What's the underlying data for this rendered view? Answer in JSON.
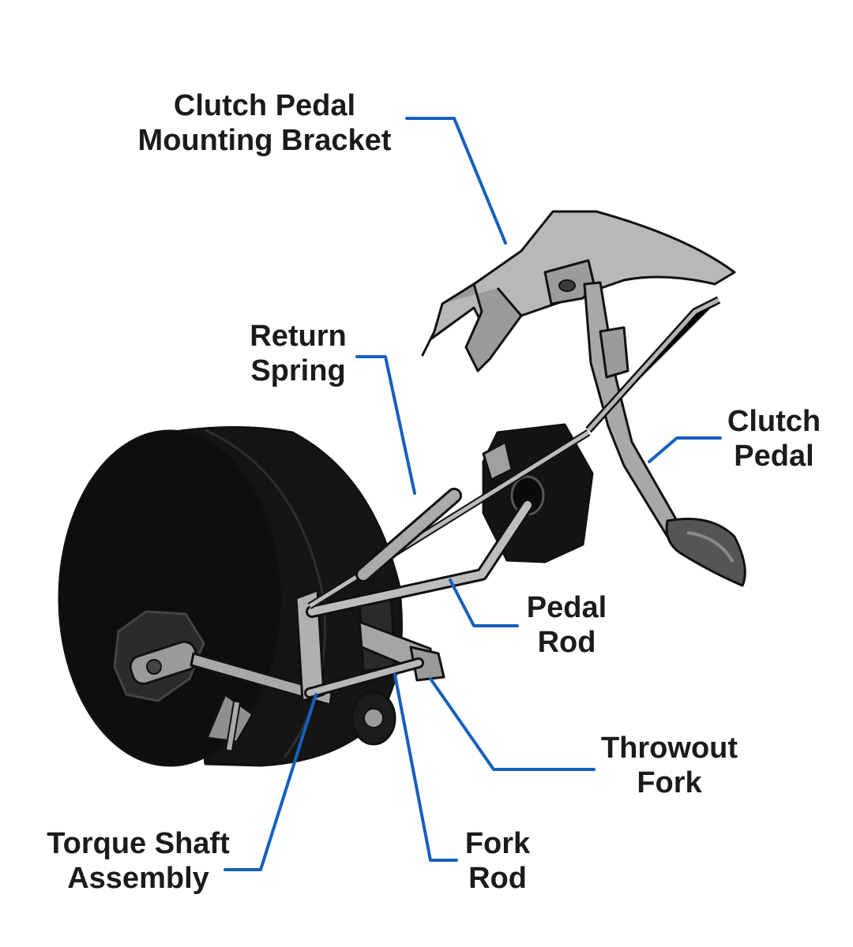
{
  "colors": {
    "leader": "#1560bd",
    "drum": "#111111",
    "metal_light": "#b5b5b5",
    "metal_mid": "#8c8c8c",
    "metal_dark": "#5a5a5a",
    "text": "#1b1b1b"
  },
  "labels": {
    "bracket": {
      "line1": "Clutch Pedal",
      "line2": "Mounting Bracket"
    },
    "return_spring": {
      "line1": "Return",
      "line2": "Spring"
    },
    "clutch_pedal": {
      "line1": "Clutch",
      "line2": "Pedal"
    },
    "pedal_rod": {
      "line1": "Pedal",
      "line2": "Rod"
    },
    "throwout_fork": {
      "line1": "Throwout",
      "line2": "Fork"
    },
    "torque_shaft": {
      "line1": "Torque Shaft",
      "line2": "Assembly"
    },
    "fork_rod": {
      "line1": "Fork",
      "line2": "Rod"
    }
  },
  "icons": [
    "clutch-housing-drum",
    "pedal-bracket",
    "clutch-pedal",
    "coil-spring",
    "pivot-plate",
    "torque-shaft",
    "throwout-fork",
    "fork-rod"
  ]
}
